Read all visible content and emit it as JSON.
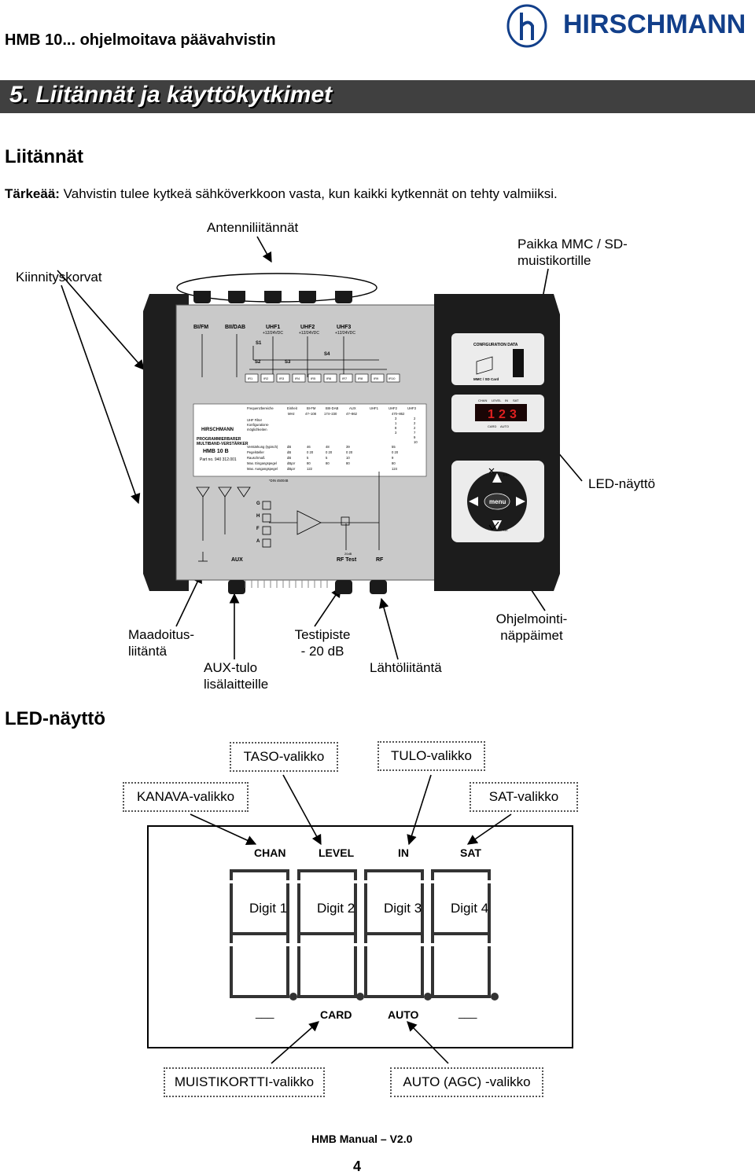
{
  "header": {
    "title": "HMB 10... ohjelmoitava päävahvistin",
    "brand": "HIRSCHMANN",
    "brand_color": "#123f8a"
  },
  "banner": {
    "title": "5. Liitännät ja käyttökytkimet"
  },
  "section_connections": {
    "heading": "Liitännät",
    "note_prefix": "Tärkeää:",
    "note_text": "Vahvistin tulee kytkeä sähköverkkoon vasta, kun kaikki kytkennät on tehty valmiiksi."
  },
  "device_labels": {
    "antenna": "Antenniliitännät",
    "mounting": "Kiinnityskorvat",
    "mmc_line1": "Paikka MMC / SD-",
    "mmc_line2": "muistikortille",
    "led": "LED-näyttö",
    "ground_line1": "Maadoitus-",
    "ground_line2": "liitäntä",
    "aux_line1": "AUX-tulo",
    "aux_line2": "lisälaitteille",
    "test_line1": "Testipiste",
    "test_line2": "- 20 dB",
    "output": "Lähtöliitäntä",
    "keys_line1": "Ohjelmointi-",
    "keys_line2": "näppäimet"
  },
  "device_photo": {
    "inputs": [
      "BI/FM",
      "BII/DAB",
      "UHF1",
      "UHF2",
      "UHF3"
    ],
    "uhf_supply": "+12/24VDC",
    "switches": [
      "S1",
      "S2",
      "S3",
      "S4"
    ],
    "ir_labels": [
      "IR1",
      "IR2",
      "IR3",
      "IR4",
      "IR5",
      "IR6",
      "IR7",
      "IR8",
      "IR9",
      "IR10"
    ],
    "config_label": "CONFIGURATION DATA",
    "card_label": "MMC / SD Card",
    "led_indicators": [
      "CHAN",
      "LEVEL",
      "IN",
      "SAT"
    ],
    "led_digits": [
      "1",
      "2",
      "3"
    ],
    "led_bottom": [
      "CARD",
      "AUTO"
    ],
    "keys": {
      "esc": "ESC",
      "menu": "menu",
      "ok": "OK"
    },
    "plate": {
      "brand": "HIRSCHMANN",
      "product_line1": "PROGRAMMIERBARER",
      "product_line2": "MULTIBAND-VERSTÄRKER",
      "model": "HMB 10 B",
      "part": "Part no. 940 312.001",
      "header_row": [
        "Frequenzbereiche",
        "Einheit",
        "BI-FM",
        "BIII-DAB",
        "AUX",
        "UHF1",
        "UHF2",
        "UHF3"
      ],
      "freq_row": [
        "MHz",
        "47–108",
        "174–230",
        "47–862",
        "470–862"
      ],
      "uhf_filter": "UHF Filter",
      "config_line1": "Konfigurations-",
      "config_line2": "möglichkeiten",
      "config_values": [
        "3",
        "2",
        "1",
        "2",
        "8",
        "2",
        "3",
        "7",
        "9",
        "10"
      ],
      "rows": [
        [
          "Verstärkung (typisch)",
          "dB",
          "46",
          "48",
          "39",
          "55"
        ],
        [
          "Pegelsteller",
          "dB",
          "0 20",
          "0 20",
          "0 20",
          "0 20"
        ],
        [
          "Rauschmaß",
          "dB",
          "5",
          "5",
          "10",
          "9"
        ],
        [
          "Max. Eingangspegel",
          "dBµV",
          "80",
          "80",
          "80",
          "80"
        ],
        [
          "Max. Ausgangspegel",
          "dBµV",
          "122",
          "",
          "",
          "124"
        ]
      ],
      "footnote": "*DIN 45004B"
    },
    "side_labels": [
      "G",
      "H",
      "F",
      "A"
    ],
    "bottom_labels": {
      "aux": "AUX",
      "rftest": "RF Test",
      "rftest_db": "20dB",
      "rf": "RF"
    }
  },
  "section_led": {
    "heading": "LED-näyttö",
    "menus": {
      "taso": "TASO-valikko",
      "tulo": "TULO-valikko",
      "kanava": "KANAVA-valikko",
      "sat": "SAT-valikko",
      "muistikortti": "MUISTIKORTTI-valikko",
      "auto": "AUTO (AGC) -valikko"
    },
    "indicators": [
      "CHAN",
      "LEVEL",
      "IN",
      "SAT"
    ],
    "digits": [
      "Digit 1",
      "Digit 2",
      "Digit 3",
      "Digit 4"
    ],
    "bottom": [
      "___",
      "CARD",
      "AUTO",
      "___"
    ]
  },
  "footer": {
    "manual": "HMB Manual – V2.0",
    "page": "4"
  }
}
